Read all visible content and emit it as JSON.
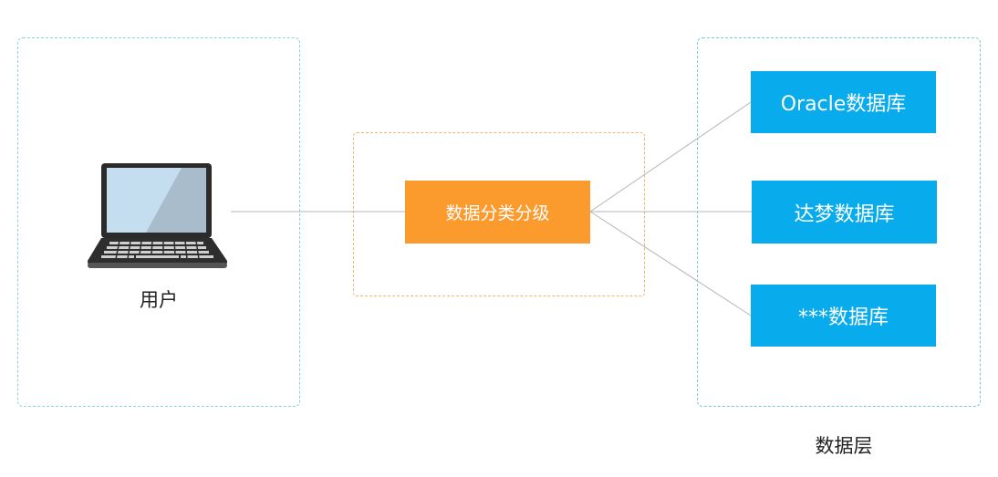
{
  "user_zone": {
    "label": "用户",
    "icon": "laptop-icon"
  },
  "middle_zone": {
    "classify_label": "数据分类分级"
  },
  "data_zone": {
    "label": "数据层",
    "databases": [
      {
        "label": "Oracle数据库"
      },
      {
        "label": "达梦数据库"
      },
      {
        "label": "***数据库"
      }
    ]
  },
  "colors": {
    "user_zone_border": "#7fd8d4",
    "middle_zone_border": "#f5b56a",
    "data_zone_border": "#74c8db",
    "classify_fill": "#fb9a2d",
    "database_fill": "#08acec",
    "connector": "#b5b5b5"
  }
}
